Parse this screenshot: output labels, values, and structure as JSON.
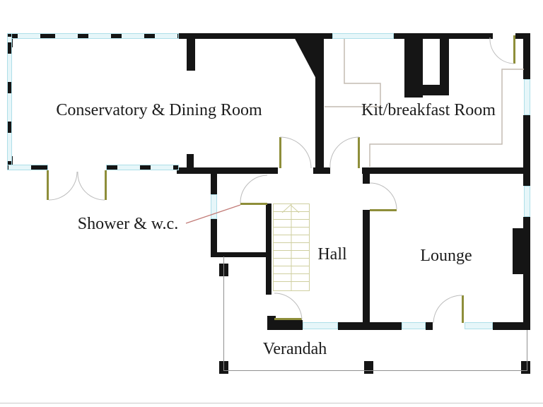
{
  "rooms": {
    "conservatory": {
      "label": "Conservatory & Dining Room"
    },
    "kitchen": {
      "label": "Kit/breakfast Room"
    },
    "shower": {
      "label": "Shower & w.c."
    },
    "hall": {
      "label": "Hall"
    },
    "lounge": {
      "label": "Lounge"
    },
    "verandah": {
      "label": "Verandah"
    }
  },
  "colors": {
    "wall": "#151515",
    "window_fill": "#e6f6f9",
    "window_border": "#aedfe9",
    "door": "#8e8e3a",
    "stairs": "#cfcfa0",
    "counter": "#c4bbb2",
    "verandah_outline": "#909090",
    "leader_line": "#c27b77",
    "text": "#1c1c1c"
  }
}
